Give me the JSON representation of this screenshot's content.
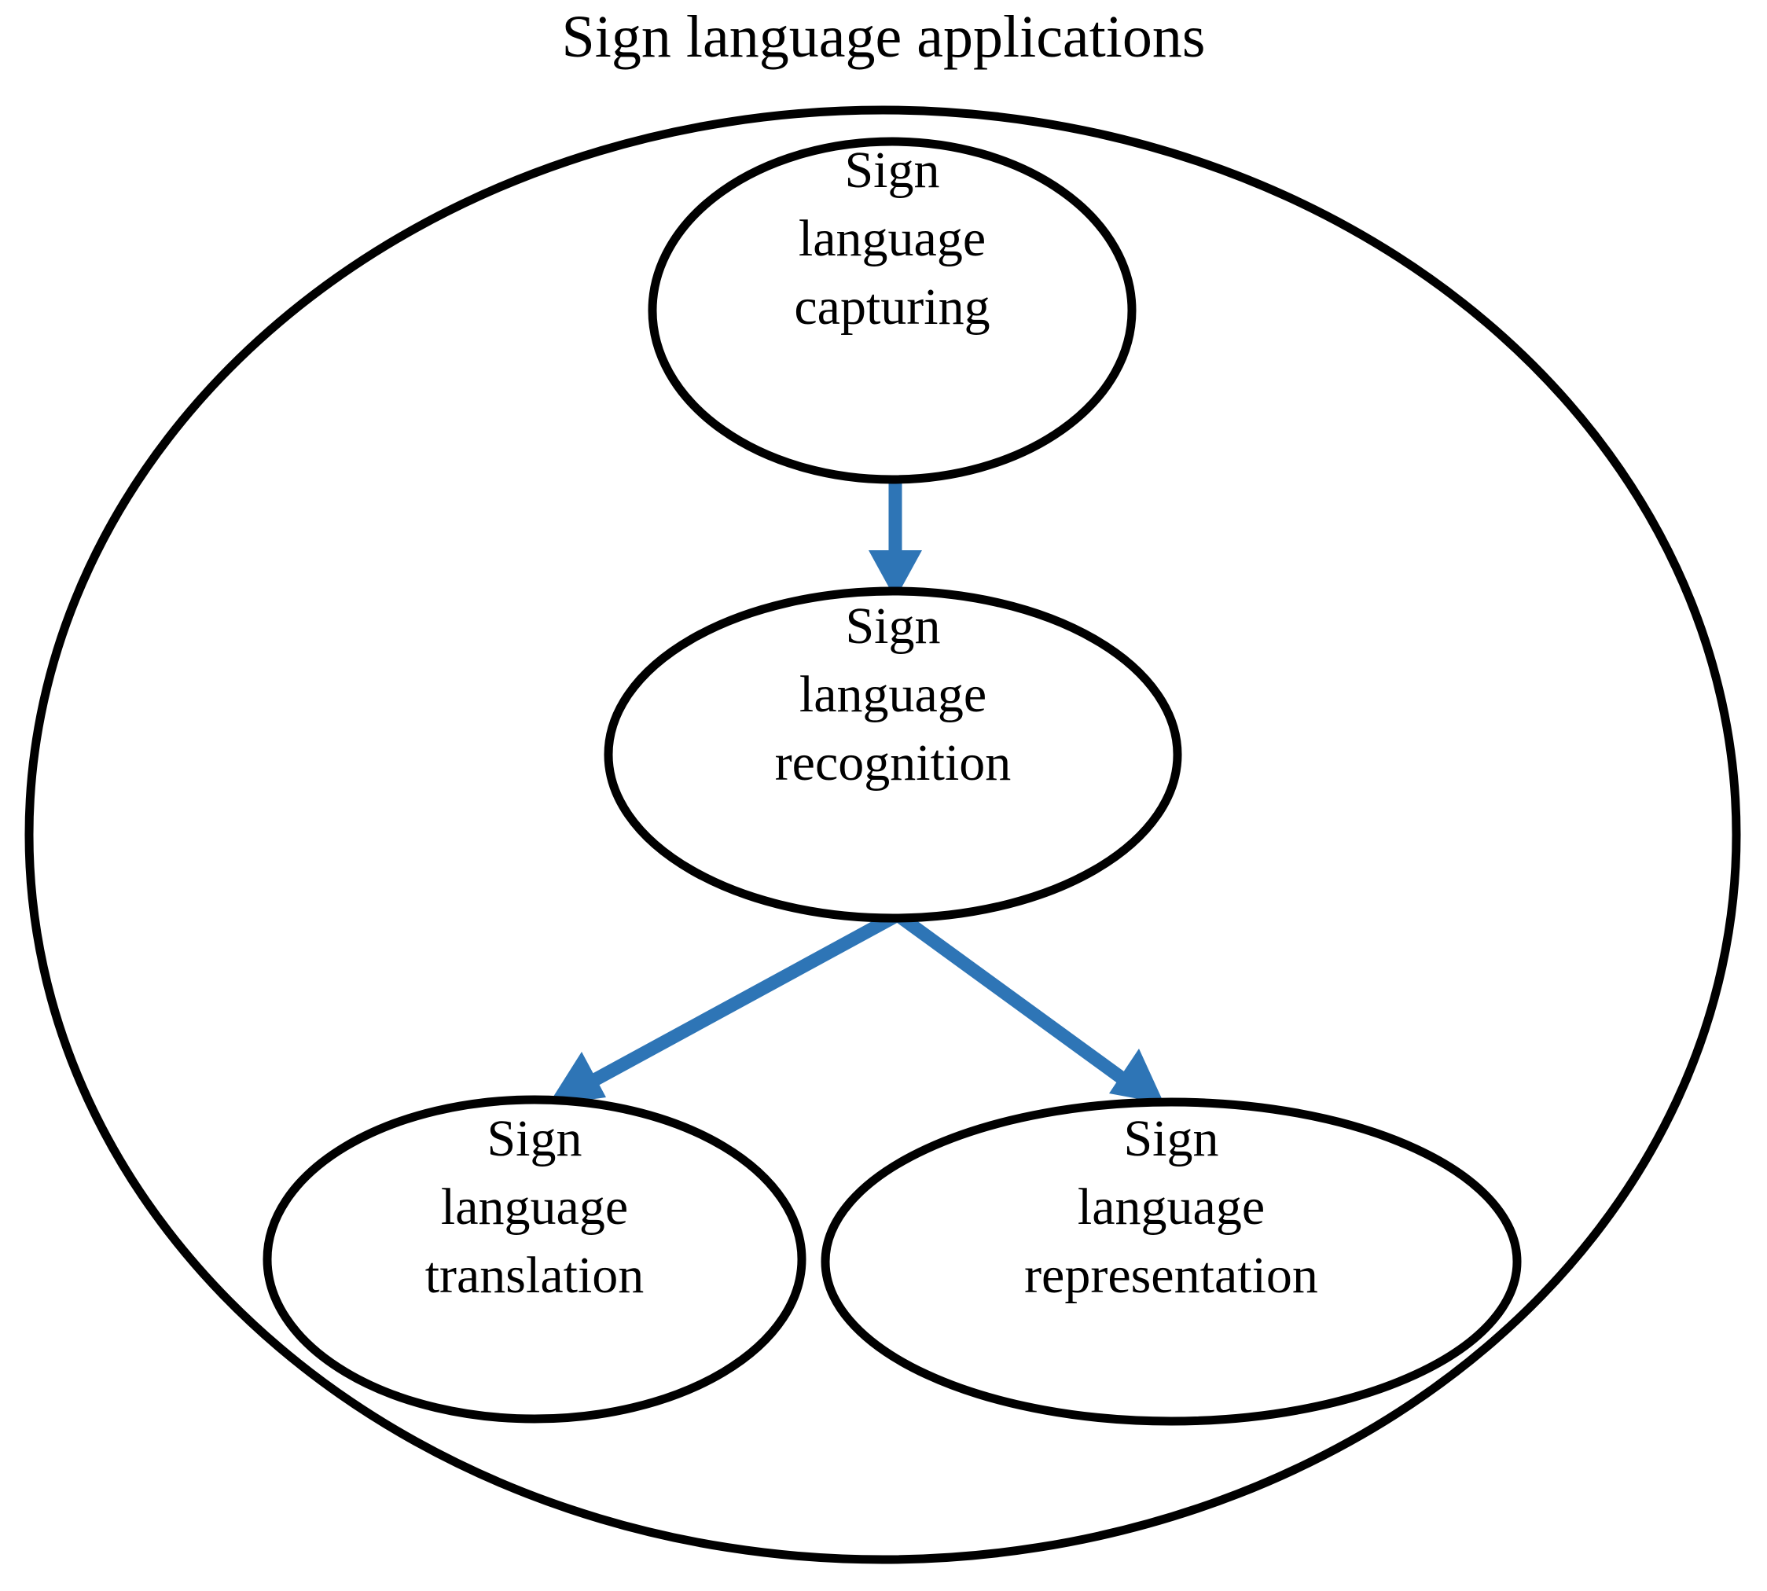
{
  "diagram": {
    "title": "Sign language applications",
    "type": "flowchart-venn",
    "colors": {
      "background": "#ffffff",
      "outline": "#000000",
      "arrow": "#2E75B6",
      "text": "#000000"
    },
    "container": {
      "name": "Sign language applications",
      "shape": "ellipse"
    },
    "nodes": [
      {
        "id": "capturing",
        "shape": "ellipse",
        "lines": [
          "Sign",
          "language",
          "capturing"
        ],
        "line1": "Sign",
        "line2": "language",
        "line3": "capturing"
      },
      {
        "id": "recognition",
        "shape": "ellipse",
        "lines": [
          "Sign",
          "language",
          "recognition"
        ],
        "line1": "Sign",
        "line2": "language",
        "line3": "recognition"
      },
      {
        "id": "translation",
        "shape": "ellipse",
        "lines": [
          "Sign",
          "language",
          "translation"
        ],
        "line1": "Sign",
        "line2": "language",
        "line3": "translation"
      },
      {
        "id": "representation",
        "shape": "ellipse",
        "lines": [
          "Sign",
          "language",
          "representation"
        ],
        "line1": "Sign",
        "line2": "language",
        "line3": "representation"
      }
    ],
    "edges": [
      {
        "id": "capturing-to-recognition",
        "from": "capturing",
        "to": "recognition",
        "direction": "down"
      },
      {
        "id": "recognition-to-translation",
        "from": "recognition",
        "to": "translation",
        "direction": "down-left"
      },
      {
        "id": "recognition-to-representation",
        "from": "recognition",
        "to": "representation",
        "direction": "down-right"
      }
    ]
  }
}
